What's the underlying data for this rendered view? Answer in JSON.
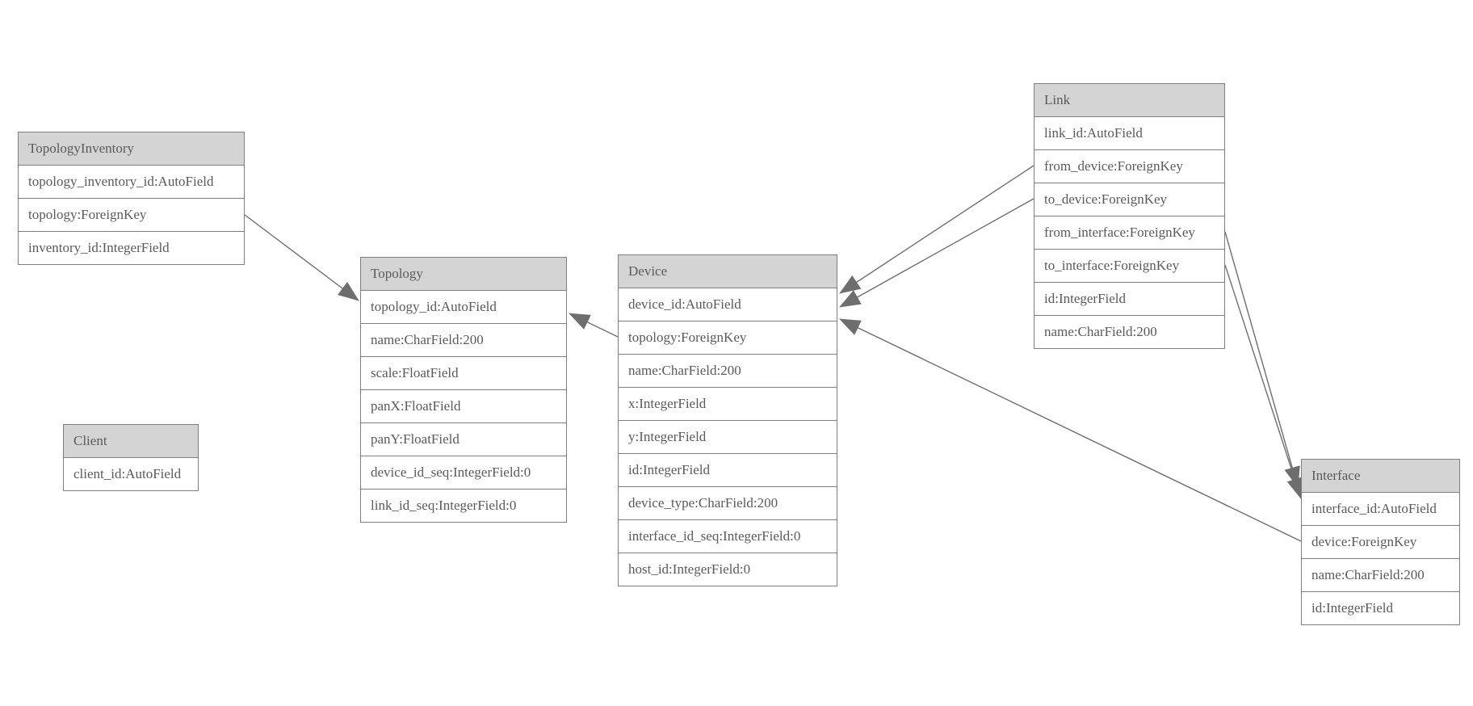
{
  "diagram_type": "entity-relationship-model-diagram",
  "colors": {
    "background": "#ffffff",
    "entity_header_fill": "#d4d4d4",
    "entity_row_fill": "#ffffff",
    "border": "#7f7f7f",
    "text": "#5a5a5a",
    "relation_line": "#6e6e6e",
    "arrowhead_fill": "#6e6e6e"
  },
  "entities": [
    {
      "name": "TopologyInventory",
      "fields": [
        "topology_inventory_id:AutoField",
        "topology:ForeignKey",
        "inventory_id:IntegerField"
      ]
    },
    {
      "name": "Topology",
      "fields": [
        "topology_id:AutoField",
        "name:CharField:200",
        "scale:FloatField",
        "panX:FloatField",
        "panY:FloatField",
        "device_id_seq:IntegerField:0",
        "link_id_seq:IntegerField:0"
      ]
    },
    {
      "name": "Client",
      "fields": [
        "client_id:AutoField"
      ]
    },
    {
      "name": "Device",
      "fields": [
        "device_id:AutoField",
        "topology:ForeignKey",
        "name:CharField:200",
        "x:IntegerField",
        "y:IntegerField",
        "id:IntegerField",
        "device_type:CharField:200",
        "interface_id_seq:IntegerField:0",
        "host_id:IntegerField:0"
      ]
    },
    {
      "name": "Link",
      "fields": [
        "link_id:AutoField",
        "from_device:ForeignKey",
        "to_device:ForeignKey",
        "from_interface:ForeignKey",
        "to_interface:ForeignKey",
        "id:IntegerField",
        "name:CharField:200"
      ]
    },
    {
      "name": "Interface",
      "fields": [
        "interface_id:AutoField",
        "device:ForeignKey",
        "name:CharField:200",
        "id:IntegerField"
      ]
    }
  ],
  "relations": [
    {
      "from": "TopologyInventory.topology",
      "to": "Topology"
    },
    {
      "from": "Device.topology",
      "to": "Topology"
    },
    {
      "from": "Link.from_device",
      "to": "Device"
    },
    {
      "from": "Link.to_device",
      "to": "Device"
    },
    {
      "from": "Interface.device",
      "to": "Device"
    },
    {
      "from": "Link.from_interface",
      "to": "Interface"
    },
    {
      "from": "Link.to_interface",
      "to": "Interface"
    }
  ]
}
